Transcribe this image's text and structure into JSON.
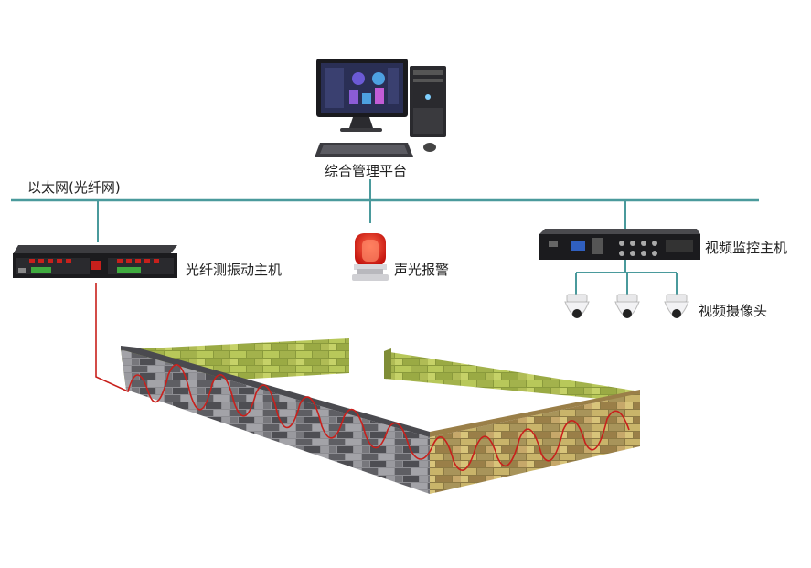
{
  "network": {
    "label": "以太网(光纤网)"
  },
  "nodes": {
    "platform": {
      "label": "综合管理平台"
    },
    "alarm": {
      "label": "声光报警"
    },
    "fiber_host": {
      "label": "光纤测振动主机"
    },
    "video_host": {
      "label": "视频监控主机"
    },
    "cameras": {
      "label": "视频摄像头"
    }
  },
  "colors": {
    "network_line": "#4a9a9c",
    "fiber_line": "#c8201c",
    "gray_wall": "#6f6f73",
    "yellow_wall": "#b7a85a",
    "green_wall": "#a7b84a"
  }
}
